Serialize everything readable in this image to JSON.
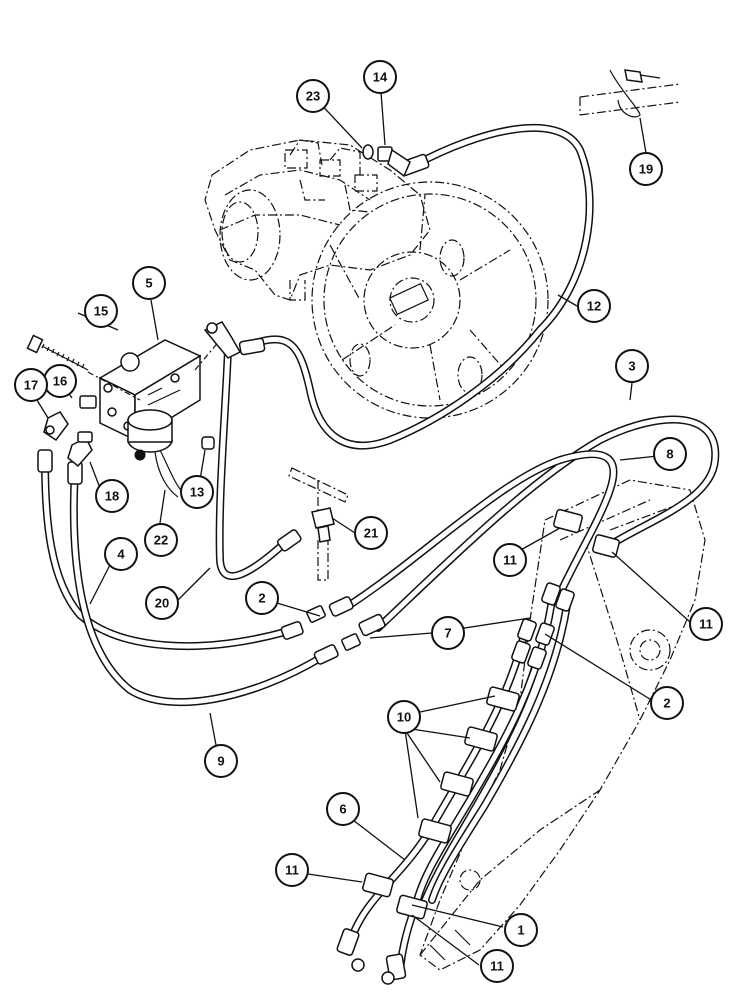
{
  "callouts": [
    {
      "id": "c1",
      "label": "1"
    },
    {
      "id": "c2a",
      "label": "2"
    },
    {
      "id": "c2b",
      "label": "2"
    },
    {
      "id": "c3",
      "label": "3"
    },
    {
      "id": "c4",
      "label": "4"
    },
    {
      "id": "c5",
      "label": "5"
    },
    {
      "id": "c6",
      "label": "6"
    },
    {
      "id": "c7",
      "label": "7"
    },
    {
      "id": "c8",
      "label": "8"
    },
    {
      "id": "c9",
      "label": "9"
    },
    {
      "id": "c10",
      "label": "10"
    },
    {
      "id": "c11a",
      "label": "11"
    },
    {
      "id": "c11b",
      "label": "11"
    },
    {
      "id": "c11c",
      "label": "11"
    },
    {
      "id": "c11d",
      "label": "11"
    },
    {
      "id": "c12",
      "label": "12"
    },
    {
      "id": "c13",
      "label": "13"
    },
    {
      "id": "c14",
      "label": "14"
    },
    {
      "id": "c15",
      "label": "15"
    },
    {
      "id": "c16",
      "label": "16"
    },
    {
      "id": "c17",
      "label": "17"
    },
    {
      "id": "c18",
      "label": "18"
    },
    {
      "id": "c19",
      "label": "19"
    },
    {
      "id": "c20",
      "label": "20"
    },
    {
      "id": "c21",
      "label": "21"
    },
    {
      "id": "c22",
      "label": "22"
    },
    {
      "id": "c23",
      "label": "23"
    }
  ]
}
